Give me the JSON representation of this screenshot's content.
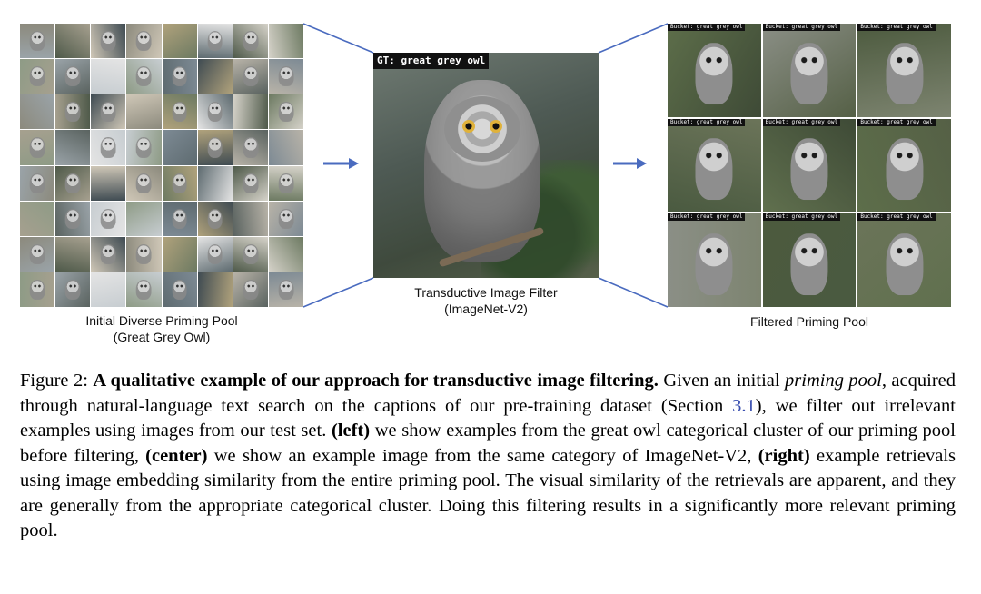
{
  "figure": {
    "center": {
      "gt_label": "GT: great grey owl",
      "caption_line1": "Transductive Image Filter",
      "caption_line2": "(ImageNet-V2)"
    },
    "left": {
      "caption_line1": "Initial Diverse Priming Pool",
      "caption_line2": "(Great Grey Owl)"
    },
    "right": {
      "bucket_label": "Bucket: great grey owl",
      "caption": "Filtered Priming Pool"
    },
    "colors": {
      "connector": "#4a6bbf",
      "arrow": "#4a6bbf"
    },
    "icons": [
      "arrow-right-icon"
    ]
  },
  "caption": {
    "prefix": "Figure 2: ",
    "title": "A qualitative example of our approach for transductive image filtering.",
    "s1": " Given an initial ",
    "s1_em": "priming pool",
    "s2": ", acquired through natural-language text search on the captions of our pre-training dataset (Section ",
    "ref": "3.1",
    "s3": "), we filter out irrelevant examples using images from our test set. ",
    "left_label": "(left)",
    "s4": " we show examples from the great owl categorical cluster of our priming pool before filtering, ",
    "center_label": "(center)",
    "s5": " we show an example image from the same category of ImageNet-V2, ",
    "right_label": "(right)",
    "s6": " example retrievals using image embedding similarity from the entire priming pool. The visual similarity of the retrievals are apparent, and they are generally from the appropriate categorical cluster. Doing this filtering results in a significantly more relevant priming pool."
  }
}
